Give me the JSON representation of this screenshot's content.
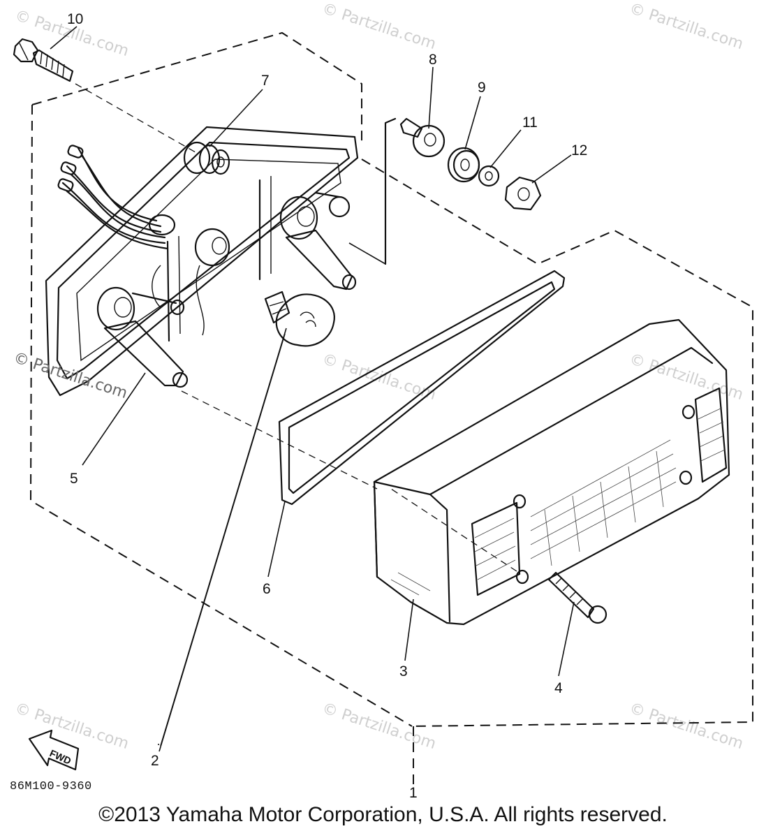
{
  "diagram": {
    "callouts": [
      {
        "id": "c1",
        "label": "1"
      },
      {
        "id": "c2",
        "label": "2"
      },
      {
        "id": "c3",
        "label": "3"
      },
      {
        "id": "c4",
        "label": "4"
      },
      {
        "id": "c5",
        "label": "5"
      },
      {
        "id": "c6",
        "label": "6"
      },
      {
        "id": "c7",
        "label": "7"
      },
      {
        "id": "c8",
        "label": "8"
      },
      {
        "id": "c9",
        "label": "9"
      },
      {
        "id": "c10",
        "label": "10"
      },
      {
        "id": "c11",
        "label": "11"
      },
      {
        "id": "c12",
        "label": "12"
      }
    ],
    "fwd_label": "FWD",
    "part_number": "86M100-9360"
  },
  "watermark": {
    "text": "© Partzilla.com"
  },
  "footer": {
    "copyright": "©2013 Yamaha Motor Corporation, U.S.A. All rights reserved."
  }
}
